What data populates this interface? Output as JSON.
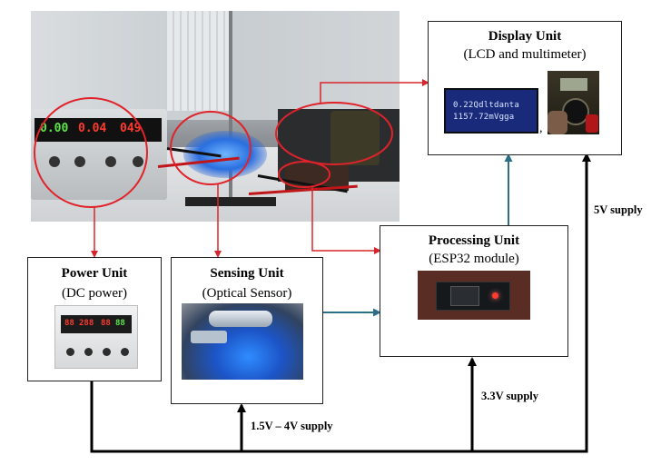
{
  "display_unit": {
    "title": "Display Unit",
    "subtitle": "(LCD and multimeter)",
    "lcd_line1": "0.22Qdltdanta",
    "lcd_line2": "1157.72mVgga",
    "separator": ","
  },
  "processing_unit": {
    "title": "Processing Unit",
    "subtitle": "(ESP32 module)"
  },
  "power_unit": {
    "title": "Power Unit",
    "subtitle": "(DC power)"
  },
  "sensing_unit": {
    "title": "Sensing Unit",
    "subtitle": "(Optical Sensor)"
  },
  "supplies": {
    "s5v": "5V supply",
    "s33v": "3.3V supply",
    "s15_4v": "1.5V – 4V supply"
  },
  "photo_readout": {
    "left": "0.00",
    "mid": "0.04",
    "right": "049"
  },
  "psu_thumb_readout": {
    "a": "88",
    "b": "288",
    "c": "88",
    "d": "88"
  },
  "colors": {
    "red_arrow": "#d7262b",
    "teal_arrow": "#2b6e86",
    "black_wire": "#000000",
    "red_circle": "#e0222a"
  }
}
